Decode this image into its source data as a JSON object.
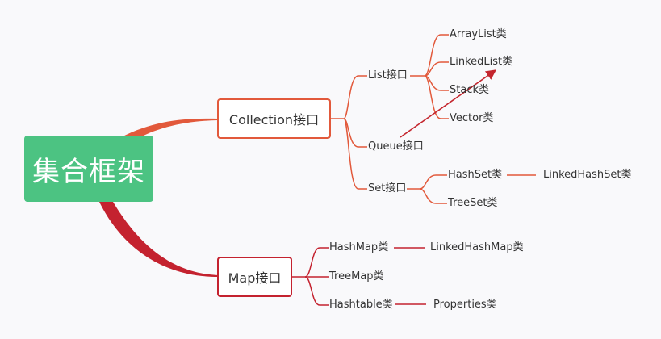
{
  "root": {
    "label": "集合框架",
    "color": "#4cc382"
  },
  "collection": {
    "label": "Collection接口",
    "color": "#e2593b",
    "children": {
      "list": {
        "label": "List接口",
        "items": [
          "ArrayList类",
          "LinkedList类",
          "Stack类",
          "Vector类"
        ]
      },
      "queue": {
        "label": "Queue接口"
      },
      "set": {
        "label": "Set接口",
        "hashset": "HashSet类",
        "linkedhashset": "LinkedHashSet类",
        "treeset": "TreeSet类"
      }
    }
  },
  "map": {
    "label": "Map接口",
    "color": "#c4222f",
    "hashmap": "HashMap类",
    "linkedhashmap": "LinkedHashMap类",
    "treemap": "TreeMap类",
    "hashtable": "Hashtable类",
    "properties": "Properties类"
  },
  "arrow_color": "#c4262e"
}
